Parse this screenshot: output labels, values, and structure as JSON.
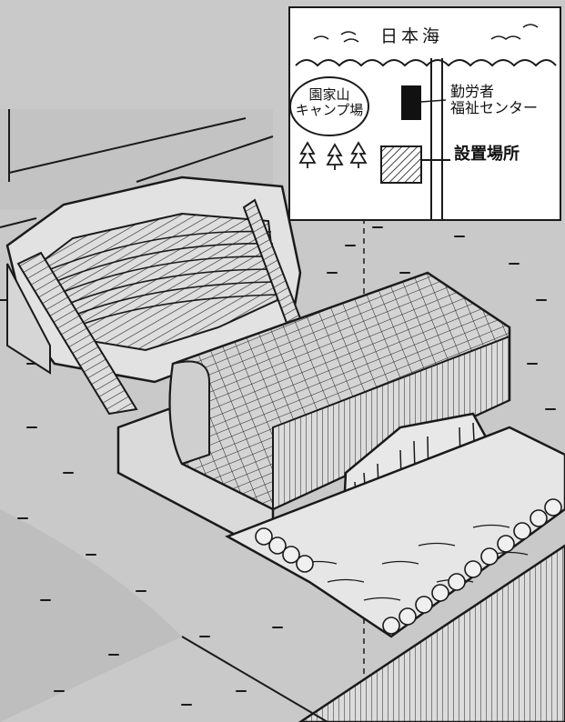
{
  "inset_map": {
    "sea_label": "日本海",
    "camp_line1": "園家山",
    "camp_line2": "キャンプ場",
    "welfare_line1": "勤労者",
    "welfare_line2": "福祉センター",
    "site_label": "設置場所"
  },
  "colors": {
    "ground": "#c9c9c9",
    "ink": "#1a1a1a",
    "structure": "#e2e2e2",
    "paper": "#ffffff"
  }
}
